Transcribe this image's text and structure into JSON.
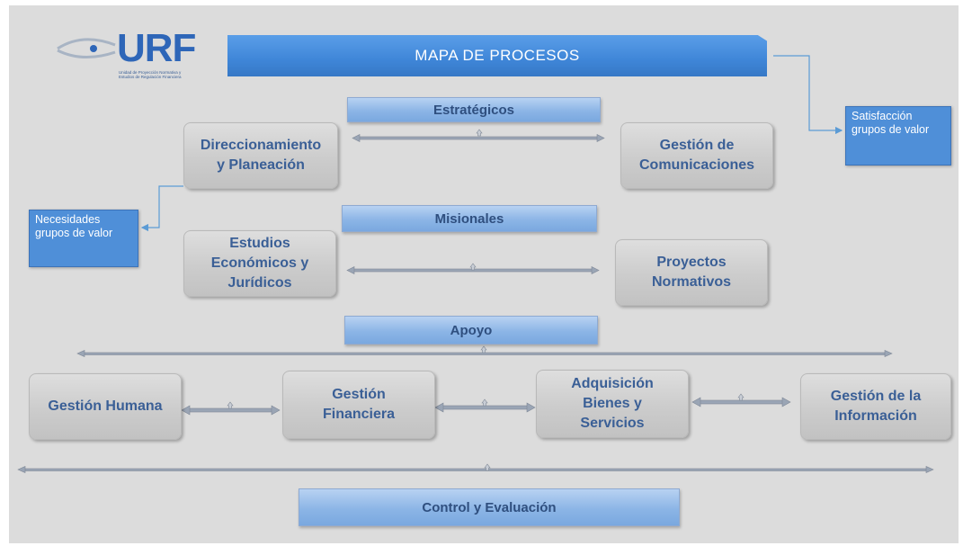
{
  "logo": {
    "text": "URF",
    "subtitle_line1": "Unidad de Proyección Normativa y",
    "subtitle_line2": "Estudios de Regulación Financiera"
  },
  "title": "MAPA DE PROCESOS",
  "notes": {
    "satisfaccion": "Satisfacción grupos de valor",
    "necesidades": "Necesidades grupos de valor"
  },
  "categories": {
    "estrategicos": "Estratégicos",
    "misionales": "Misionales",
    "apoyo": "Apoyo",
    "control": "Control y Evaluación"
  },
  "processes": {
    "direccionamiento": "Direccionamiento y Planeación",
    "comunicaciones": "Gestión de Comunicaciones",
    "estudios": "Estudios Económicos y Jurídicos",
    "proyectos": "Proyectos Normativos",
    "humana": "Gestión Humana",
    "financiera": "Gestión Financiera",
    "adquisicion": "Adquisición Bienes y Servicios",
    "informacion": "Gestión de la Información"
  },
  "colors": {
    "accent_blue": "#3f86d8",
    "process_text": "#3a5f96",
    "background": "#dcdcdc"
  }
}
